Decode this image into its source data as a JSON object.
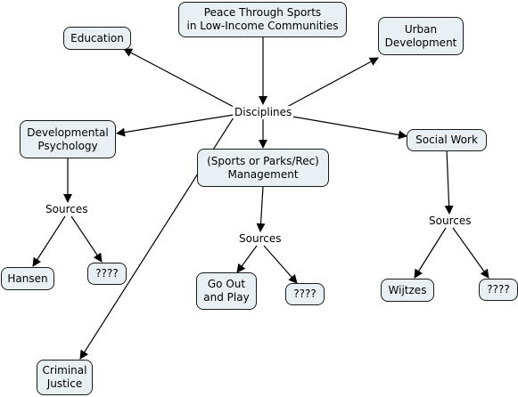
{
  "concepts": {
    "root": "Peace Through Sports\nin Low-Income Communities",
    "education": "Education",
    "urban": "Urban\nDevelopment",
    "devpsych": "Developmental\nPsychology",
    "mgmt": "(Sports or Parks/Rec)\nManagement",
    "socialwork": "Social Work",
    "hansen": "Hansen",
    "unknown1": "????",
    "goout": "Go Out\nand Play",
    "unknown2": "????",
    "wijtzes": "Wijtzes",
    "unknown3": "????",
    "criminal": "Criminal\nJustice"
  },
  "link_labels": {
    "disciplines": "Disciplines",
    "sources_left": "Sources",
    "sources_mid": "Sources",
    "sources_right": "Sources"
  },
  "colors": {
    "node_fill": "#e9f0f3",
    "node_border": "#1a1a1a",
    "edge": "#000000"
  }
}
